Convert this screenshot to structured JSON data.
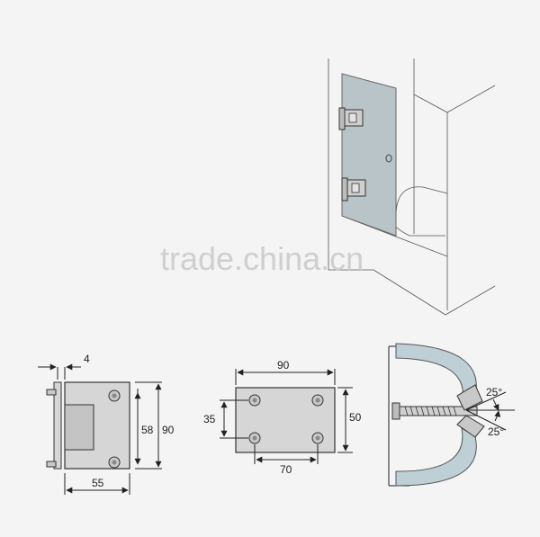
{
  "watermark": "trade.china.cn",
  "hinge": {
    "dim_thickness": "4",
    "dim_height_inner": "58",
    "dim_height_outer": "90",
    "dim_width": "55"
  },
  "plate": {
    "dim_width_top": "90",
    "dim_height_left": "35",
    "dim_height_right": "50",
    "dim_width_bottom": "70"
  },
  "swing": {
    "angle_top": "25°",
    "angle_bottom": "25°"
  },
  "colors": {
    "background": "#f4f4f4",
    "metal": "#d6d6d6",
    "glass": "#b9c4c8",
    "swing_glass": "#bfcfd6"
  }
}
